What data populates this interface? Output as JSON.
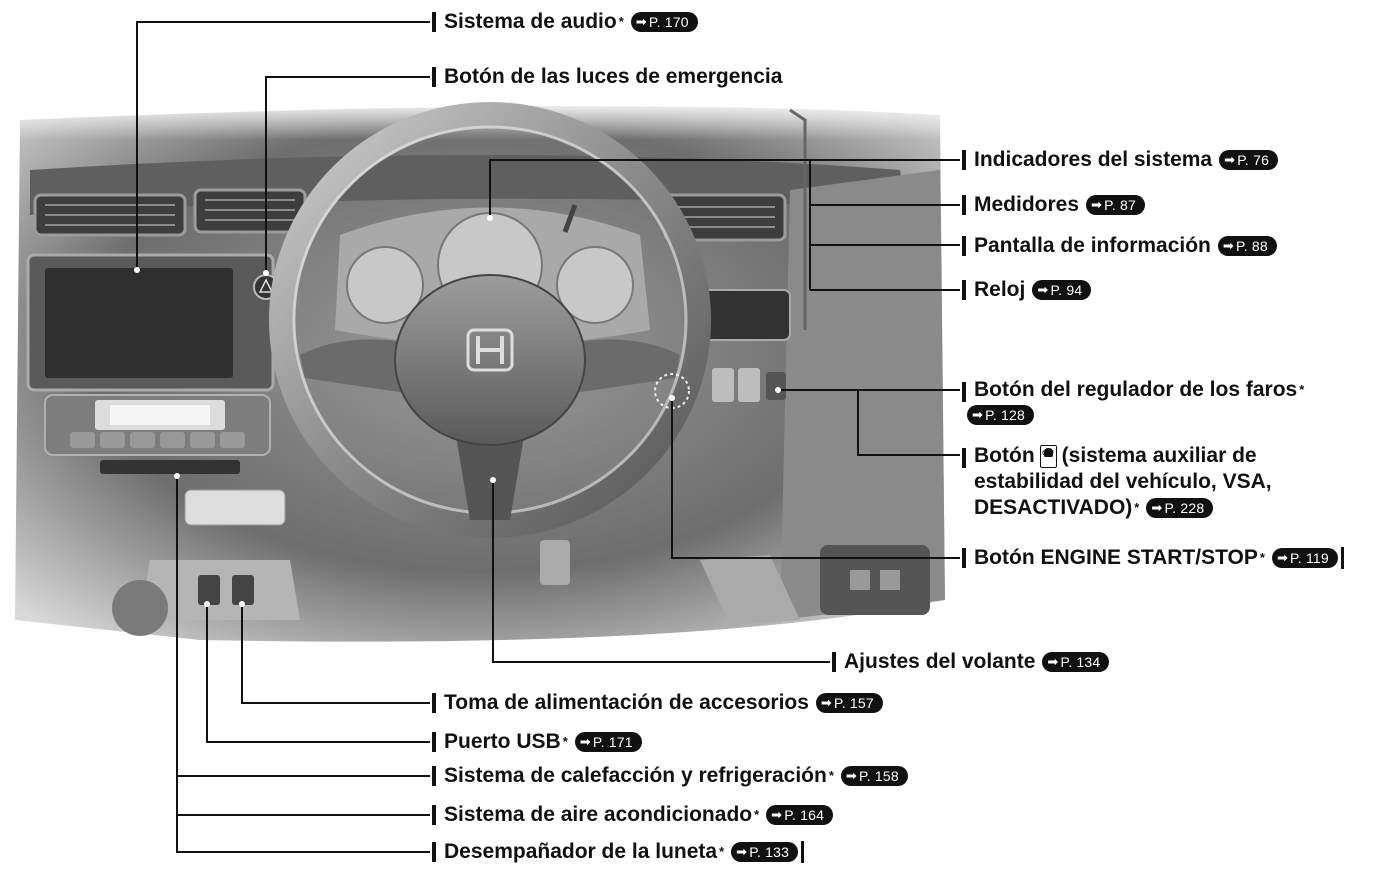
{
  "callouts": {
    "audio": {
      "label": "Sistema de audio",
      "asterisk": "*",
      "page": "P. 170"
    },
    "hazard": {
      "label": "Botón de las luces de emergencia"
    },
    "indicators": {
      "label": "Indicadores del sistema",
      "page": "P. 76"
    },
    "gauges": {
      "label": "Medidores",
      "page": "P. 87"
    },
    "info_display": {
      "label": "Pantalla de información",
      "page": "P. 88"
    },
    "clock": {
      "label": "Reloj",
      "page": "P. 94"
    },
    "headlight_leveler": {
      "label": "Botón del regulador de los faros",
      "asterisk": "*",
      "page": "P. 128"
    },
    "vsa": {
      "label_before": "Botón",
      "label_after": "(sistema auxiliar de",
      "line2": "estabilidad del vehículo, VSA,",
      "line3": "DESACTIVADO)",
      "asterisk": "*",
      "page": "P. 228",
      "icon": "vsa-off-icon"
    },
    "engine_start": {
      "label": "Botón ENGINE START/STOP",
      "asterisk": "*",
      "page": "P. 119"
    },
    "steering": {
      "label": "Ajustes del volante",
      "page": "P. 134"
    },
    "accessory_socket": {
      "label": "Toma de alimentación de accesorios",
      "page": "P. 157"
    },
    "usb": {
      "label": "Puerto USB",
      "asterisk": "*",
      "page": "P. 171"
    },
    "heating": {
      "label": "Sistema de calefacción y refrigeración",
      "asterisk": "*",
      "page": "P. 158"
    },
    "ac": {
      "label": "Sistema de aire acondicionado",
      "asterisk": "*",
      "page": "P. 164"
    },
    "defroster": {
      "label": "Desempañador de la luneta",
      "asterisk": "*",
      "page": "P. 133"
    }
  },
  "page_ref_arrow": "➡",
  "colors": {
    "ink": "#111111",
    "photo_dark": "#3a3a3a",
    "photo_mid": "#8c8c8c",
    "photo_light": "#d8d8d8"
  }
}
